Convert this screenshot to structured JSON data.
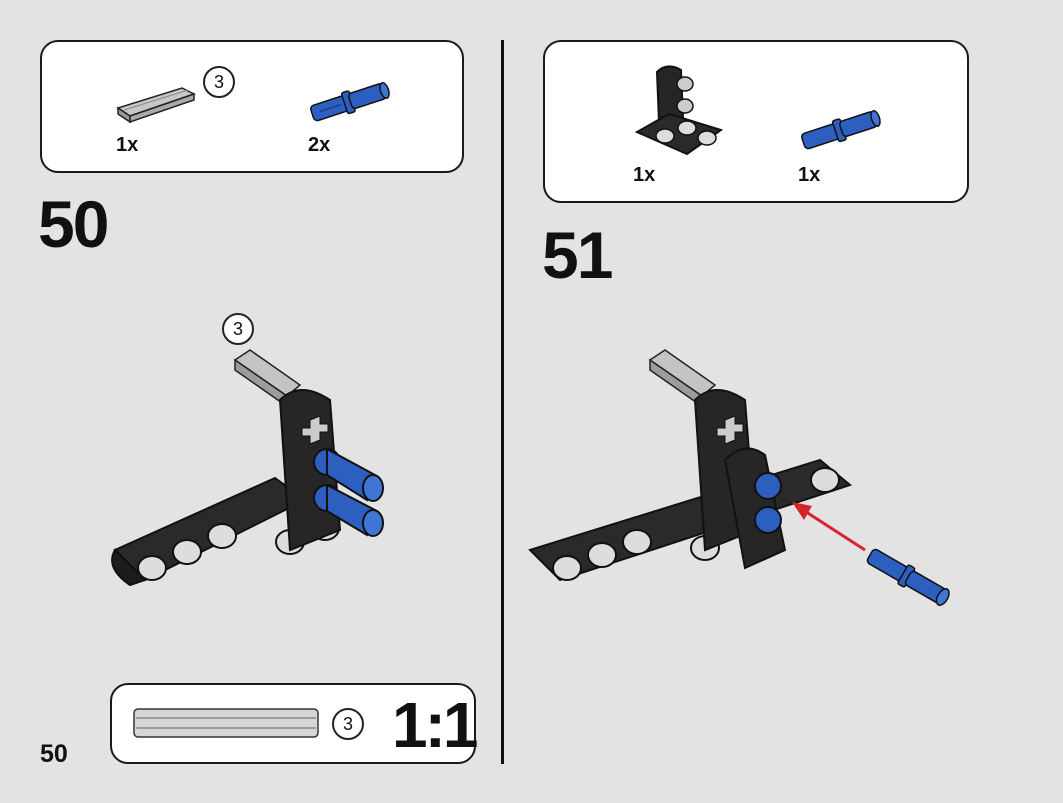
{
  "step50": {
    "number": "50",
    "parts": [
      {
        "icon": "axle-icon",
        "qty": "1x",
        "length": "3"
      },
      {
        "icon": "blue-pin-icon",
        "qty": "2x"
      }
    ],
    "callout_length": "3"
  },
  "step51": {
    "number": "51",
    "parts": [
      {
        "icon": "t-beam-icon",
        "qty": "1x"
      },
      {
        "icon": "blue-pin-icon",
        "qty": "1x"
      }
    ]
  },
  "scale_box": {
    "axle_length": "3",
    "scale_text": "1:1"
  },
  "page_number": "50",
  "colors": {
    "pin_blue": "#2c5fbf",
    "beam_black": "#222222",
    "axle_grey": "#bdbdbd",
    "arrow_red": "#d9232b"
  }
}
